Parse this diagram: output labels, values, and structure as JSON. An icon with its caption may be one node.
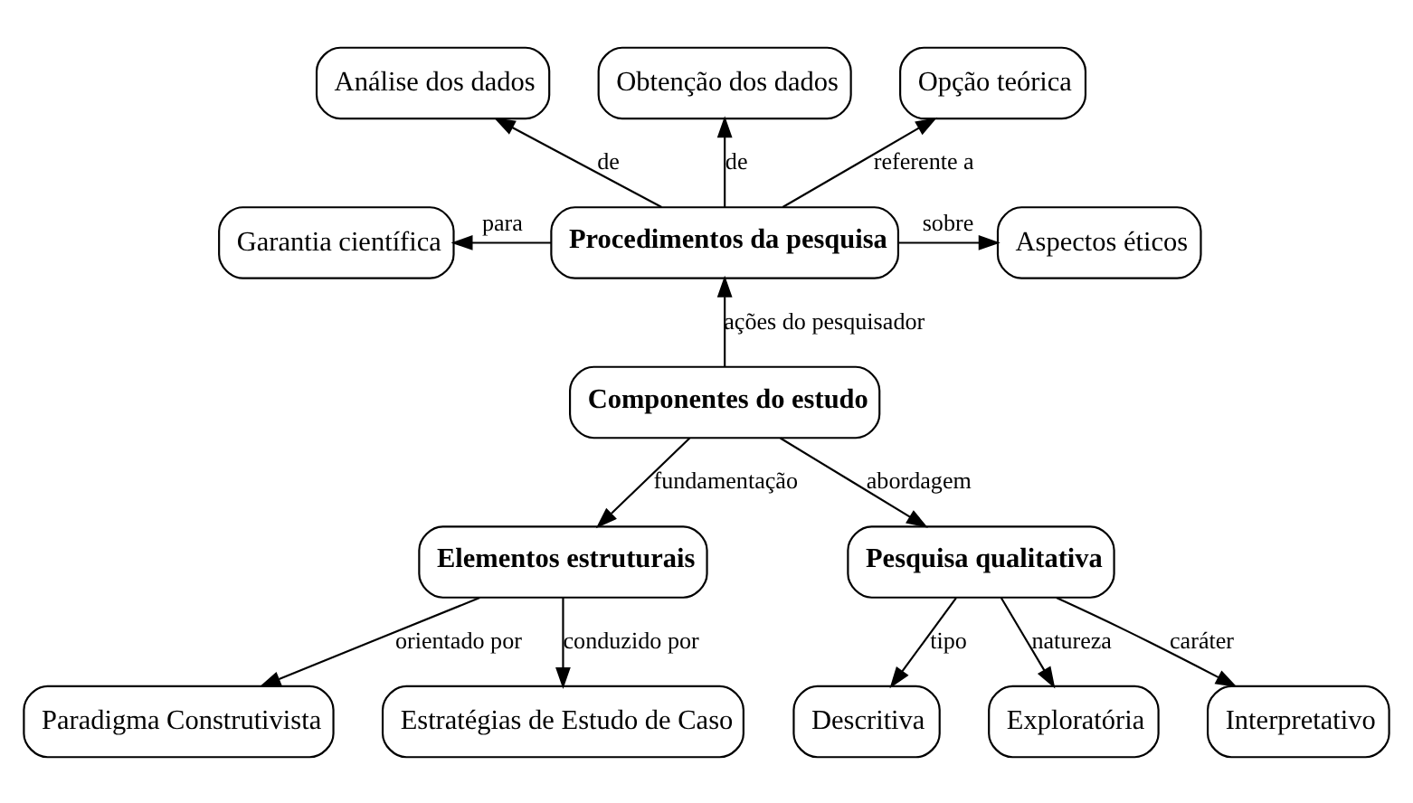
{
  "diagram": {
    "nodes": [
      {
        "text": [
          "Componentes do estudo"
        ]
      },
      {
        "text": [
          "Procedimentos da pesquisa"
        ]
      },
      {
        "text": [
          "Garantia científica"
        ]
      },
      {
        "text": [
          "Análise dos dados"
        ]
      },
      {
        "text": [
          "Obtenção dos dados"
        ]
      },
      {
        "text": [
          "Opção teórica"
        ]
      },
      {
        "text": [
          "Aspectos éticos"
        ]
      },
      {
        "text": [
          "Elementos estruturais"
        ]
      },
      {
        "text": [
          "Pesquisa qualitativa"
        ]
      },
      {
        "text": [
          "Paradigma Construtivista"
        ]
      },
      {
        "text": [
          "Estratégias de Estudo de Caso"
        ]
      },
      {
        "text": [
          "Descritiva"
        ]
      },
      {
        "text": [
          "Exploratória"
        ]
      },
      {
        "text": [
          "Interpretativo"
        ]
      }
    ],
    "edges": [
      {
        "from": 0,
        "to": 1,
        "arrow": "to",
        "label": "ações do pesquisador"
      },
      {
        "from": 1,
        "to": 2,
        "arrow": "to",
        "label": "para"
      },
      {
        "from": 1,
        "to": 3,
        "arrow": "to",
        "label": "de"
      },
      {
        "from": 1,
        "to": 4,
        "arrow": "to",
        "label": "de"
      },
      {
        "from": 1,
        "to": 5,
        "arrow": "to",
        "label": "referente a"
      },
      {
        "from": 1,
        "to": 6,
        "arrow": "to",
        "label": "sobre"
      },
      {
        "from": 0,
        "to": 7,
        "arrow": "to",
        "label": "fundamentação"
      },
      {
        "from": 0,
        "to": 8,
        "arrow": "to",
        "label": "abordagem"
      },
      {
        "from": 7,
        "to": 9,
        "arrow": "to",
        "label": "orientado por"
      },
      {
        "from": 7,
        "to": 10,
        "arrow": "to",
        "label": "conduzido por"
      },
      {
        "from": 8,
        "to": 11,
        "arrow": "to",
        "label": "tipo"
      },
      {
        "from": 8,
        "to": 12,
        "arrow": "to",
        "label": "natureza"
      },
      {
        "from": 8,
        "to": 13,
        "arrow": "to",
        "label": "caráter"
      }
    ]
  }
}
